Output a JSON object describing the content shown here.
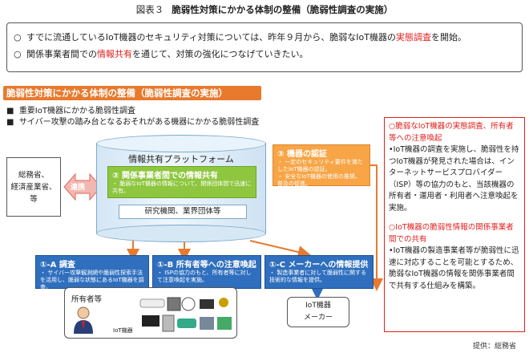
{
  "caption": {
    "fig": "図表３",
    "title": "脆弱性対策にかかる体制の整備（脆弱性調査の実施）"
  },
  "summary": {
    "items": [
      {
        "pre": "すでに流通しているIoT機器のセキュリティ対策については、昨年９月から、脆弱なIoT機器の",
        "highlight": "実態調査",
        "post": "を開始。"
      },
      {
        "pre": "関係事業者間での",
        "highlight": "情報共有",
        "post": "を通じて、対策の強化につなげていきたい。"
      }
    ],
    "bullet": "○"
  },
  "section": {
    "title": "脆弱性対策にかかる体制の整備（脆弱性調査の実施）",
    "bullets": [
      "重要IoT機器にかかる脆弱性調査",
      "サイバー攻撃の踏み台となるおそれがある機器にかかる脆弱性調査"
    ],
    "bullet_mark": "■"
  },
  "ministry": {
    "lines": [
      "総務省、",
      "経済産業省、",
      "等"
    ],
    "link_label": "連携"
  },
  "platform": {
    "title": "情報共有プラットフォーム",
    "share_title": "② 関係事業者間での情報共有",
    "share_text": "・ 脆弱なIoT機器の情報について、関係団体間で迅速に共有。",
    "research_label": "研究機関、業界団体等"
  },
  "auth": {
    "title": "③ 機器の認証",
    "text1": "・ 一定のセキュリティ要件を満たしたIoT機器の認証。",
    "text2": "・ 安全なIoT機器の使用の推奨、普及の促進。"
  },
  "actions": [
    {
      "title": "①-A 調査",
      "text": "・ サイバー攻撃観測網や脆弱性探索手法を活用し、脆弱な状態にあるIoT機器を調査。"
    },
    {
      "title": "①-B 所有者等への注意喚起",
      "text": "・ ISPの協力のもと、所有者等に対して注意喚起を実施。"
    },
    {
      "title": "①-C メーカーへの情報提供",
      "text": "・ 製造事業者に対して脆弱性に関する技術的な情報を提供。"
    }
  ],
  "owners": {
    "title": "所有者等",
    "device_label": "IoT機器"
  },
  "maker": {
    "lines": [
      "IoT機器",
      "メーカー"
    ]
  },
  "right_panel": {
    "block1_title": "○脆弱なIoT機器の実態調査、所有者等への注意喚起",
    "block1_text": "•IoT機器の調査を実施し、脆弱性を持つIoT機器が発見された場合は、インターネットサービスプロバイダー（ISP）等の協力のもと、当該機器の所有者・運用者・利用者へ注意喚起を実施。",
    "block2_title": "○IoT機器の脆弱性情報の関係事業者間での共有",
    "block2_text": "•IoT機器の製造事業者等が脆弱性に迅速に対応することを可能とするため、脆弱なIoT機器の情報を関係事業者間で共有する仕組みを構築。"
  },
  "source": "提供：総務省",
  "colors": {
    "accent_red": "#e0201e",
    "section_orange": "#e87a2e",
    "green": "#8ec63f",
    "blue": "#2f6fbe",
    "orange": "#f7a546"
  }
}
